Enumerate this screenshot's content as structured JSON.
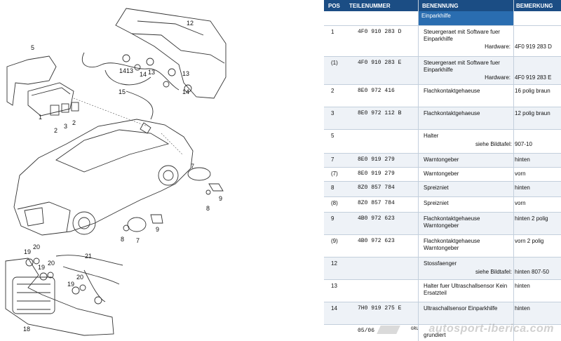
{
  "diagram": {
    "labels": [
      "12",
      "5",
      "13",
      "13",
      "13",
      "14",
      "14",
      "14",
      "15",
      "1",
      "2",
      "3",
      "2",
      "7",
      "8",
      "9",
      "8",
      "9",
      "7",
      "19",
      "20",
      "19",
      "20",
      "21",
      "19",
      "20",
      "18"
    ]
  },
  "table": {
    "headers": {
      "pos": "POS",
      "teilenummer": "TEILENUMMER",
      "benennung": "BENENNUNG",
      "bemerkung": "BEMERKUNG"
    },
    "section": "Einparkhilfe",
    "rows": [
      {
        "pos": "1",
        "nr": "4F0 910 283 D",
        "ben": "Steuergeraet mit Software fuer Einparkhilfe",
        "bem": "",
        "hw_label": "Hardware:",
        "hw_value": "4F0 919 283 D"
      },
      {
        "pos": "(1)",
        "nr": "4F0 910 283 E",
        "ben": "Steuergeraet mit Software fuer Einparkhilfe",
        "bem": "",
        "hw_label": "Hardware:",
        "hw_value": "4F0 919 283 E"
      },
      {
        "pos": "2",
        "nr": "8E0 972 416",
        "ben": "Flachkontaktgehaeuse",
        "bem": "16 polig braun"
      },
      {
        "pos": "3",
        "nr": "8E0 972 112 B",
        "ben": "Flachkontaktgehaeuse",
        "bem": "12 polig braun"
      },
      {
        "pos": "5",
        "nr": "",
        "ben": "Halter",
        "bem": "907-10",
        "siehe": "siehe Bildtafel:"
      },
      {
        "pos": "7",
        "nr": "8E0 919 279",
        "ben": "Warntongeber",
        "bem": "hinten"
      },
      {
        "pos": "(7)",
        "nr": "8E0 919 279",
        "ben": "Warntongeber",
        "bem": "vorn"
      },
      {
        "pos": "8",
        "nr": "8Z0 857 784",
        "ben": "Spreizniet",
        "bem": "hinten"
      },
      {
        "pos": "(8)",
        "nr": "8Z0 857 784",
        "ben": "Spreizniet",
        "bem": "vorn"
      },
      {
        "pos": "9",
        "nr": "4B0 972 623",
        "ben": "Flachkontaktgehaeuse Warntongeber",
        "bem": "hinten 2 polig"
      },
      {
        "pos": "(9)",
        "nr": "4B0 972 623",
        "ben": "Flachkontaktgehaeuse Warntongeber",
        "bem": "vorn 2 polig"
      },
      {
        "pos": "12",
        "nr": "",
        "ben": "Stossfaenger",
        "bem": "hinten 807-50",
        "siehe": "siehe Bildtafel:"
      },
      {
        "pos": "13",
        "nr": "",
        "ben": "Halter fuer Ultraschallsensor Kein Ersatzteil",
        "bem": "hinten"
      },
      {
        "pos": "14",
        "nr": "7H0 919 275 E",
        "ben": "Ultraschallsensor Einparkhilfe",
        "bem": "hinten"
      }
    ],
    "footer": {
      "nr": "05/06",
      "ben": "grundiert",
      "gru": "GRU"
    }
  },
  "watermark": "autosport-iberica.com",
  "colors": {
    "header": "#1b4d84",
    "section": "#2a6db0",
    "row_alt": "#eef2f7",
    "line": "#c3cfdc"
  }
}
